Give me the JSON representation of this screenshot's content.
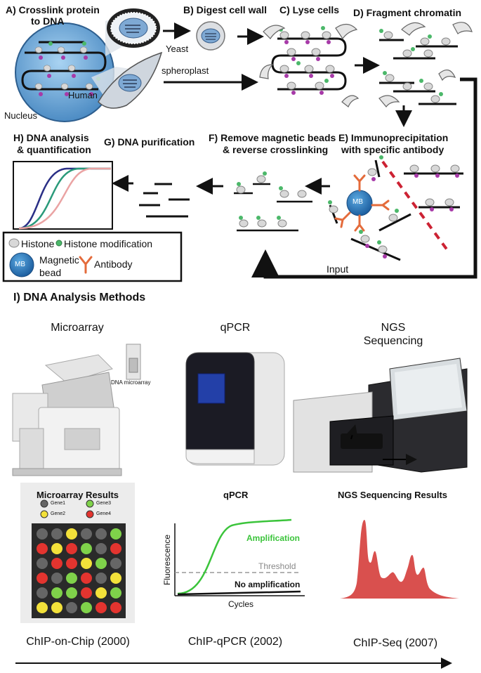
{
  "steps": {
    "a": "A) Crosslink protein",
    "a2": "to DNA",
    "b": "B) Digest cell wall",
    "c": "C) Lyse cells",
    "d": "D) Fragment chromatin",
    "e": "E) Immunoprecipitation",
    "e2": "with specific antibody",
    "f": "F) Remove magnetic beads",
    "f2": "& reverse crosslinking",
    "g": "G) DNA purification",
    "h": "H) DNA analysis",
    "h2": "& quantification"
  },
  "labels": {
    "yeast": "Yeast",
    "human": "Human",
    "nucleus": "Nucleus",
    "spheroplast": "spheroplast",
    "input": "Input",
    "mb": "MB"
  },
  "legend": {
    "histone": "Histone",
    "histone_mod": "Histone modification",
    "bead_l1": "Magnetic",
    "bead_l2": "bead",
    "bead_icon": "MB",
    "antibody": "Antibody"
  },
  "section_i": {
    "title": "I) DNA Analysis Methods",
    "methods": [
      {
        "name": "Microarray",
        "era": "ChIP-on-Chip (2000)"
      },
      {
        "name": "qPCR",
        "era": "ChIP-qPCR (2002)"
      },
      {
        "name": "NGS",
        "name2": "Sequencing",
        "era": "ChIP-Seq (2007)"
      }
    ],
    "chip_label": "DNA microarray"
  },
  "microarray_results": {
    "title": "Microarray Results",
    "genes": [
      {
        "name": "Gene1",
        "color": "#666666"
      },
      {
        "name": "Gene2",
        "color": "#f3e13a"
      },
      {
        "name": "Gene3",
        "color": "#7fd24a"
      },
      {
        "name": "Gene4",
        "color": "#e3342f"
      }
    ],
    "grid": [
      [
        1,
        1,
        2,
        1,
        1,
        3
      ],
      [
        4,
        2,
        4,
        3,
        1,
        4
      ],
      [
        1,
        4,
        4,
        2,
        3,
        1
      ],
      [
        4,
        1,
        3,
        4,
        1,
        2
      ],
      [
        1,
        3,
        3,
        4,
        2,
        3
      ],
      [
        2,
        2,
        1,
        3,
        4,
        4
      ]
    ]
  },
  "qpcr_results": {
    "title": "qPCR",
    "ylabel": "Fluorescence",
    "xlabel": "Cycles",
    "threshold": "Threshold",
    "amplification": "Amplification",
    "no_amplification": "No amplification",
    "colors": {
      "amp": "#3bc43b",
      "none": "#111111",
      "threshold": "#999999"
    }
  },
  "ngs_results": {
    "title": "NGS Sequencing Results",
    "color": "#d9504e"
  }
}
